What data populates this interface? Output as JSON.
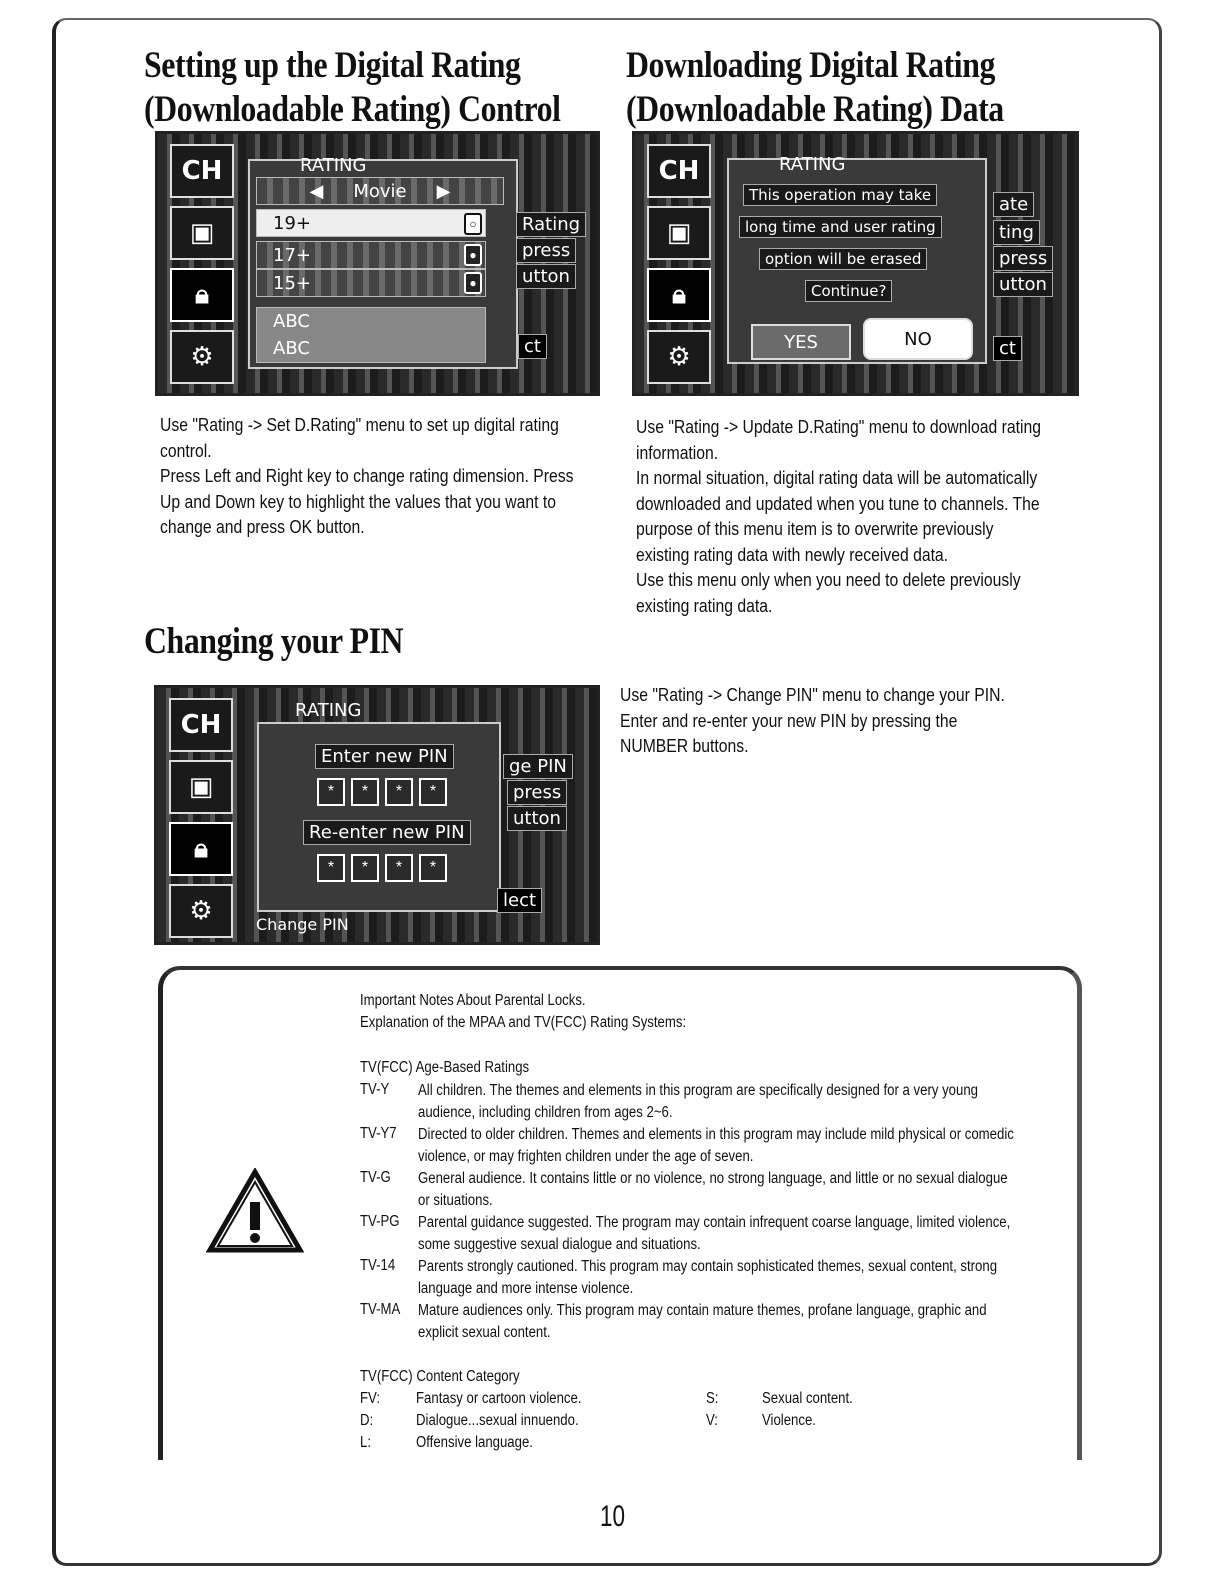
{
  "sections": {
    "setup": {
      "title_line1": "Setting up the Digital Rating",
      "title_line2": "(Downloadable Rating) Control",
      "body": [
        "Use \"Rating -> Set D.Rating\" menu to set up digital rating",
        "control.",
        "Press Left and Right key to change rating dimension. Press",
        "Up and Down key to highlight the values that you want to",
        "change and press OK button."
      ]
    },
    "download": {
      "title_line1": "Downloading Digital Rating",
      "title_line2": "(Downloadable Rating) Data",
      "body": [
        "Use \"Rating -> Update D.Rating\" menu to download rating",
        "information.",
        "In normal situation, digital rating data will be automatically",
        "downloaded and updated when you tune to channels. The",
        "purpose of this menu item is to overwrite previously",
        "existing rating data with newly received data.",
        "Use this menu only when you need to delete previously",
        "existing rating data."
      ]
    },
    "pin": {
      "title": "Changing your PIN",
      "body": [
        "Use \"Rating -> Change PIN\" menu to change your PIN.",
        "Enter and re-enter your new PIN by pressing the",
        "NUMBER buttons."
      ]
    }
  },
  "screens": {
    "side_icon_ch": "CH",
    "setup": {
      "panel_title": "RATING",
      "dimension": "Movie",
      "rows": [
        "19+",
        "17+",
        "15+"
      ],
      "abc_rows": [
        "ABC",
        "ABC"
      ],
      "right_chips": [
        "Rating",
        "press",
        "utton"
      ],
      "bottom_chip": "ct"
    },
    "download": {
      "panel_title": "RATING",
      "message": [
        "This operation may take",
        "long time and user rating",
        "option will be erased",
        "Continue?"
      ],
      "yes_label": "YES",
      "no_label": "NO",
      "right_chips": [
        "ate",
        "ting",
        "press",
        "utton"
      ],
      "bottom_chip": "ct"
    },
    "pin": {
      "panel_title": "RATING",
      "enter_label": "Enter new PIN",
      "reenter_label": "Re-enter new PIN",
      "pin_mask": "*",
      "right_chips": [
        "ge PIN",
        "press",
        "utton"
      ],
      "bottom_chip": "lect",
      "bottom_label": "Change PIN"
    }
  },
  "notes": {
    "heading1": "Important Notes About Parental Locks.",
    "heading2": "Explanation of the MPAA and TV(FCC) Rating Systems:",
    "age_heading": "TV(FCC) Age-Based Ratings",
    "ratings": [
      {
        "code": "TV-Y",
        "line1": "All children. The themes and elements in this program are specifically designed for a very young",
        "line2": "audience, including children from ages 2~6."
      },
      {
        "code": "TV-Y7",
        "line1": "Directed to older children. Themes and elements in this program may include mild physical or comedic",
        "line2": "violence, or may frighten children under the age of seven."
      },
      {
        "code": "TV-G",
        "line1": "General audience. It contains little or no violence, no strong language, and little or no sexual dialogue",
        "line2": "or situations."
      },
      {
        "code": "TV-PG",
        "line1": "Parental guidance suggested. The program may contain infrequent coarse language, limited violence,",
        "line2": "some suggestive sexual dialogue and situations."
      },
      {
        "code": "TV-14",
        "line1": "Parents strongly cautioned. This program may contain sophisticated themes, sexual content, strong",
        "line2": "language and more intense violence."
      },
      {
        "code": "TV-MA",
        "line1": "Mature audiences only. This program may contain mature themes, profane language, graphic and",
        "line2": "explicit sexual content."
      }
    ],
    "content_heading": "TV(FCC) Content Category",
    "content_left": [
      {
        "code": "FV:",
        "desc": "Fantasy or cartoon violence."
      },
      {
        "code": "D:",
        "desc": "Dialogue...sexual innuendo."
      },
      {
        "code": "L:",
        "desc": "Offensive language."
      }
    ],
    "content_right": [
      {
        "code": "S:",
        "desc": "Sexual content."
      },
      {
        "code": "V:",
        "desc": "Violence."
      }
    ]
  },
  "page_number": "10"
}
